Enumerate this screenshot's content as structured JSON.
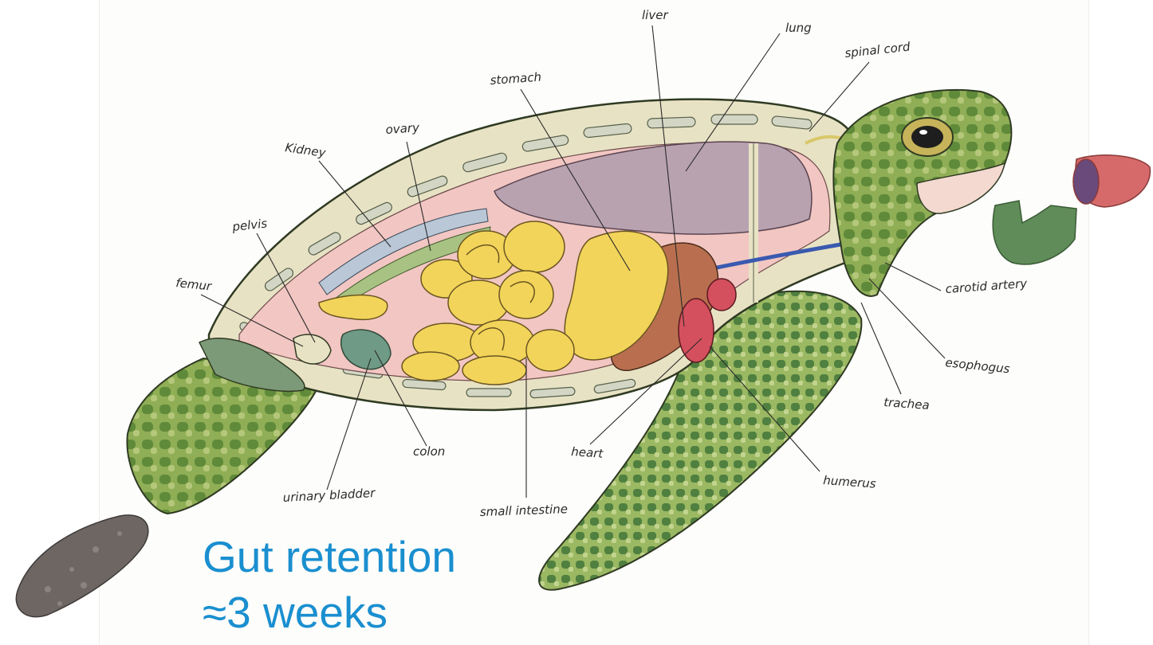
{
  "labels": {
    "liver": "liver",
    "lung": "lung",
    "spinal_cord": "spinal cord",
    "stomach": "stomach",
    "ovary": "ovary",
    "kidney": "Kidney",
    "pelvis": "pelvis",
    "femur": "femur",
    "carotid_artery": "carotid artery",
    "esophogus": "esophogus",
    "trachea": "trachea",
    "humerus": "humerus",
    "heart": "heart",
    "colon": "colon",
    "urinary_bladder": "urinary bladder",
    "small_intestine": "small intestine"
  },
  "caption": {
    "line1": "Gut retention",
    "line2": "≈3 weeks"
  },
  "colors": {
    "caption": "#1a8fd0",
    "shell": "#e8e2c4",
    "skin_green": "#7fa04a",
    "intestine_yellow": "#f2d45a",
    "liver_brown": "#b96f4f",
    "lung_mauve": "#b9a2b0",
    "heart_red": "#d4505e",
    "colon_teal": "#6f9a86"
  }
}
